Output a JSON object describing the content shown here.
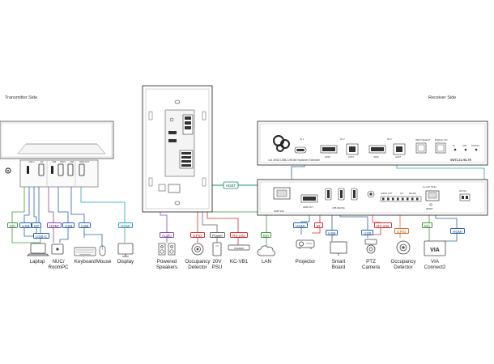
{
  "sides": {
    "transmitter": "Transmitter Side",
    "receiver": "Receiver Side"
  },
  "transmitter_panel": {
    "port_labels": [
      "USB-C",
      "DP",
      "USB",
      "HDMI",
      "USB",
      "USB",
      "HDMI OUT"
    ]
  },
  "wallplate": {
    "hdbt_tag": "HDBT"
  },
  "receiver_front": {
    "model_line": "1x1 4K60 USB-C/HDMI Switcher Extender",
    "model_code": "SWT3-21-HU-TR",
    "in_labels": [
      "IN 1",
      "IN 2",
      "IN 3"
    ],
    "port_labels": [
      "HDMI",
      "HOST",
      "HDMI",
      "HOST"
    ],
    "buttons": [
      "INPUT SELECT",
      "DISPLAY ON"
    ],
    "leds": [
      "IN",
      "HDT",
      "STATUS"
    ]
  },
  "receiver_rear": {
    "hdbt_label": "HDBT PoE",
    "hdmi_out_label": "HDMI OUT",
    "usb_label": "USB DEVICE",
    "audio_label": "AUDIO OUT",
    "io_label": "I/O",
    "rs232_label": "RS-232",
    "lan_label": "1G LAN (PoE)",
    "reset_label": "RESET",
    "power_label": "20V DC"
  },
  "tx_tags": [
    {
      "text": "Eth",
      "color": "green"
    },
    {
      "text": "USB",
      "color": "blue"
    },
    {
      "text": "DP",
      "color": "blue"
    },
    {
      "text": "USB-C",
      "color": "blue"
    },
    {
      "text": "HDMI",
      "color": "purple"
    },
    {
      "text": "USB",
      "color": "blue"
    },
    {
      "text": "USB",
      "color": "blue"
    },
    {
      "text": "HDMI",
      "color": "cyan"
    }
  ],
  "wp_tags": [
    {
      "text": "Audio",
      "color": "purple"
    },
    {
      "text": "GPIO",
      "color": "red"
    },
    {
      "text": "Power",
      "color": "gray"
    },
    {
      "text": "RS-232",
      "color": "red"
    },
    {
      "text": "Eth",
      "color": "green"
    }
  ],
  "rx_tags": [
    {
      "text": "HDMI",
      "color": "blue"
    },
    {
      "text": "IR",
      "color": "red"
    },
    {
      "text": "USB",
      "color": "blue"
    },
    {
      "text": "USB",
      "color": "blue"
    },
    {
      "text": "RS-232",
      "color": "red"
    },
    {
      "text": "GPIO",
      "color": "orange"
    },
    {
      "text": "Eth",
      "color": "green"
    },
    {
      "text": "HDMI",
      "color": "blue"
    }
  ],
  "kcvb1_box": "KRAMER",
  "devices": {
    "laptop": "Laptop",
    "nuc": "NUC/\nRoomPC",
    "keyboard": "Keyboard",
    "mouse": "Mouse",
    "display": "Display",
    "speakers": "Powered\nSpeakers",
    "occupancy1": "Occupancy\nDetector",
    "psu": "20V\nPSU",
    "kcvb1": "KC-VB1",
    "lan": "LAN",
    "projector": "Projector",
    "smartboard": "Smart\nBoard",
    "ptz": "PTZ\nCamera",
    "occupancy2": "Occupancy\nDetector",
    "via": "VIA\nConnect2",
    "via_logo": "VIA"
  },
  "colors": {
    "eth": "#3a9a3a",
    "usb": "#2a63a8",
    "hdmi": "#8a4aa8",
    "hdmi_display": "#28a0b8",
    "rs232": "#d03030",
    "gpio": "#e07020",
    "power": "#666666",
    "hdbt": "#1a8a78",
    "ir": "#d03030"
  }
}
